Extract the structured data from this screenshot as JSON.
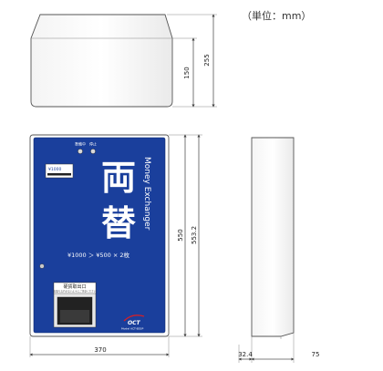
{
  "unit_label": "（単位：mm）",
  "top_view": {
    "dim_depth": "150",
    "dim_total_depth": "255"
  },
  "front_view": {
    "dim_width": "370",
    "dim_height": "550",
    "dim_height_total": "553.2",
    "panel": {
      "indicator_left": "準備中",
      "indicator_right": "停止",
      "note_slot": "¥1000",
      "title_kanji_1": "両",
      "title_kanji_2": "替",
      "title_english": "Money Exchanger",
      "rate": "¥1000 ＞ ¥500 × 2枚",
      "coin_outlet_label": "硬貨取出口",
      "coin_outlet_sub": "お取り忘れのないようにご注意ください",
      "brand": "OCT",
      "model": "Model ACT-B55P"
    }
  },
  "side_view": {
    "dim_offset": "32.4",
    "dim_depth": "75"
  },
  "colors": {
    "panel_blue": "#1a3f9c",
    "outline": "#555555",
    "accent_red": "#d0202a"
  }
}
